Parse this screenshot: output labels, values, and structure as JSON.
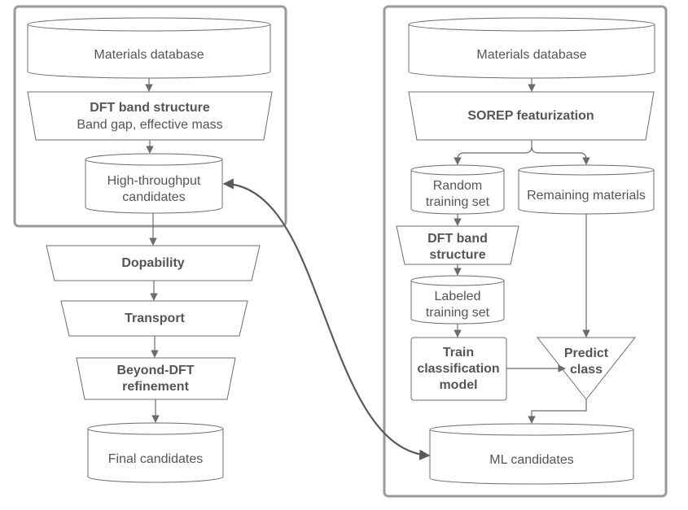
{
  "left": {
    "materials_database": "Materials database",
    "dft_title": "DFT band structure",
    "dft_subtitle": "Band gap, effective mass",
    "ht_line1": "High-throughput",
    "ht_line2": "candidates",
    "dopability": "Dopability",
    "transport": "Transport",
    "beyond_line1": "Beyond-DFT",
    "beyond_line2": "refinement",
    "final_candidates": "Final candidates"
  },
  "right": {
    "materials_database": "Materials database",
    "sorep": "SOREP featurization",
    "random_line1": "Random",
    "random_line2": "training set",
    "remaining": "Remaining materials",
    "dft_line1": "DFT band",
    "dft_line2": "structure",
    "labeled_line1": "Labeled",
    "labeled_line2": "training set",
    "train_line1": "Train",
    "train_line2": "classification",
    "train_line3": "model",
    "predict_line1": "Predict",
    "predict_line2": "class",
    "ml_candidates": "ML candidates"
  },
  "colors": {
    "stroke": "#6b6b6b",
    "group_border": "#9a9a9a",
    "text": "#555555"
  }
}
